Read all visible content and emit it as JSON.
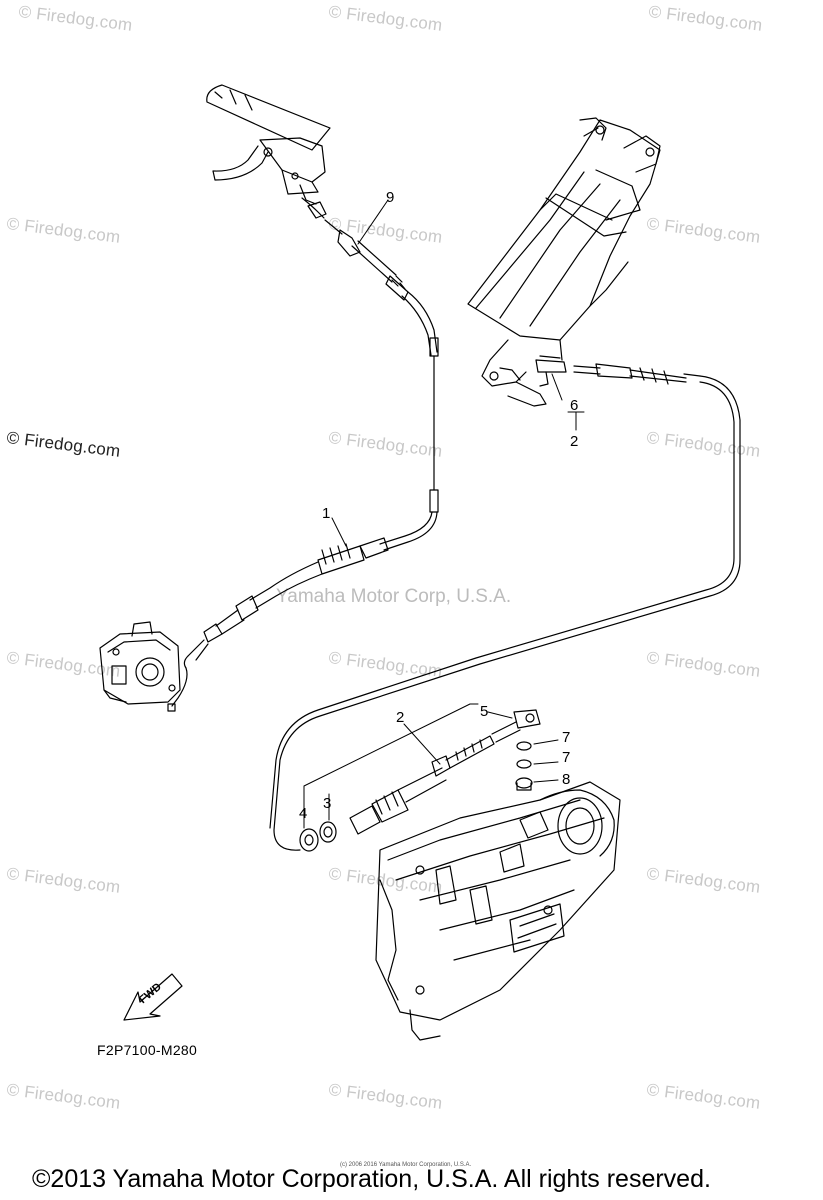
{
  "watermark": {
    "repeated": "© Firedog.com",
    "center": "Yamaha Motor Corp, U.S.A."
  },
  "callouts": {
    "c1": "1",
    "c2a": "2",
    "c2b": "2",
    "c3": "3",
    "c4": "4",
    "c5": "5",
    "c6": "6",
    "c7a": "7",
    "c7b": "7",
    "c8": "8",
    "c9": "9"
  },
  "fwd_arrow": "FWD",
  "diagram_code": "F2P7100-M280",
  "small_copyright": "(c) 2006 2016 Yamaha Motor Corporation, U.S.A.",
  "footer_copyright": "©2013 Yamaha Motor Corporation, U.S.A. All rights reserved."
}
